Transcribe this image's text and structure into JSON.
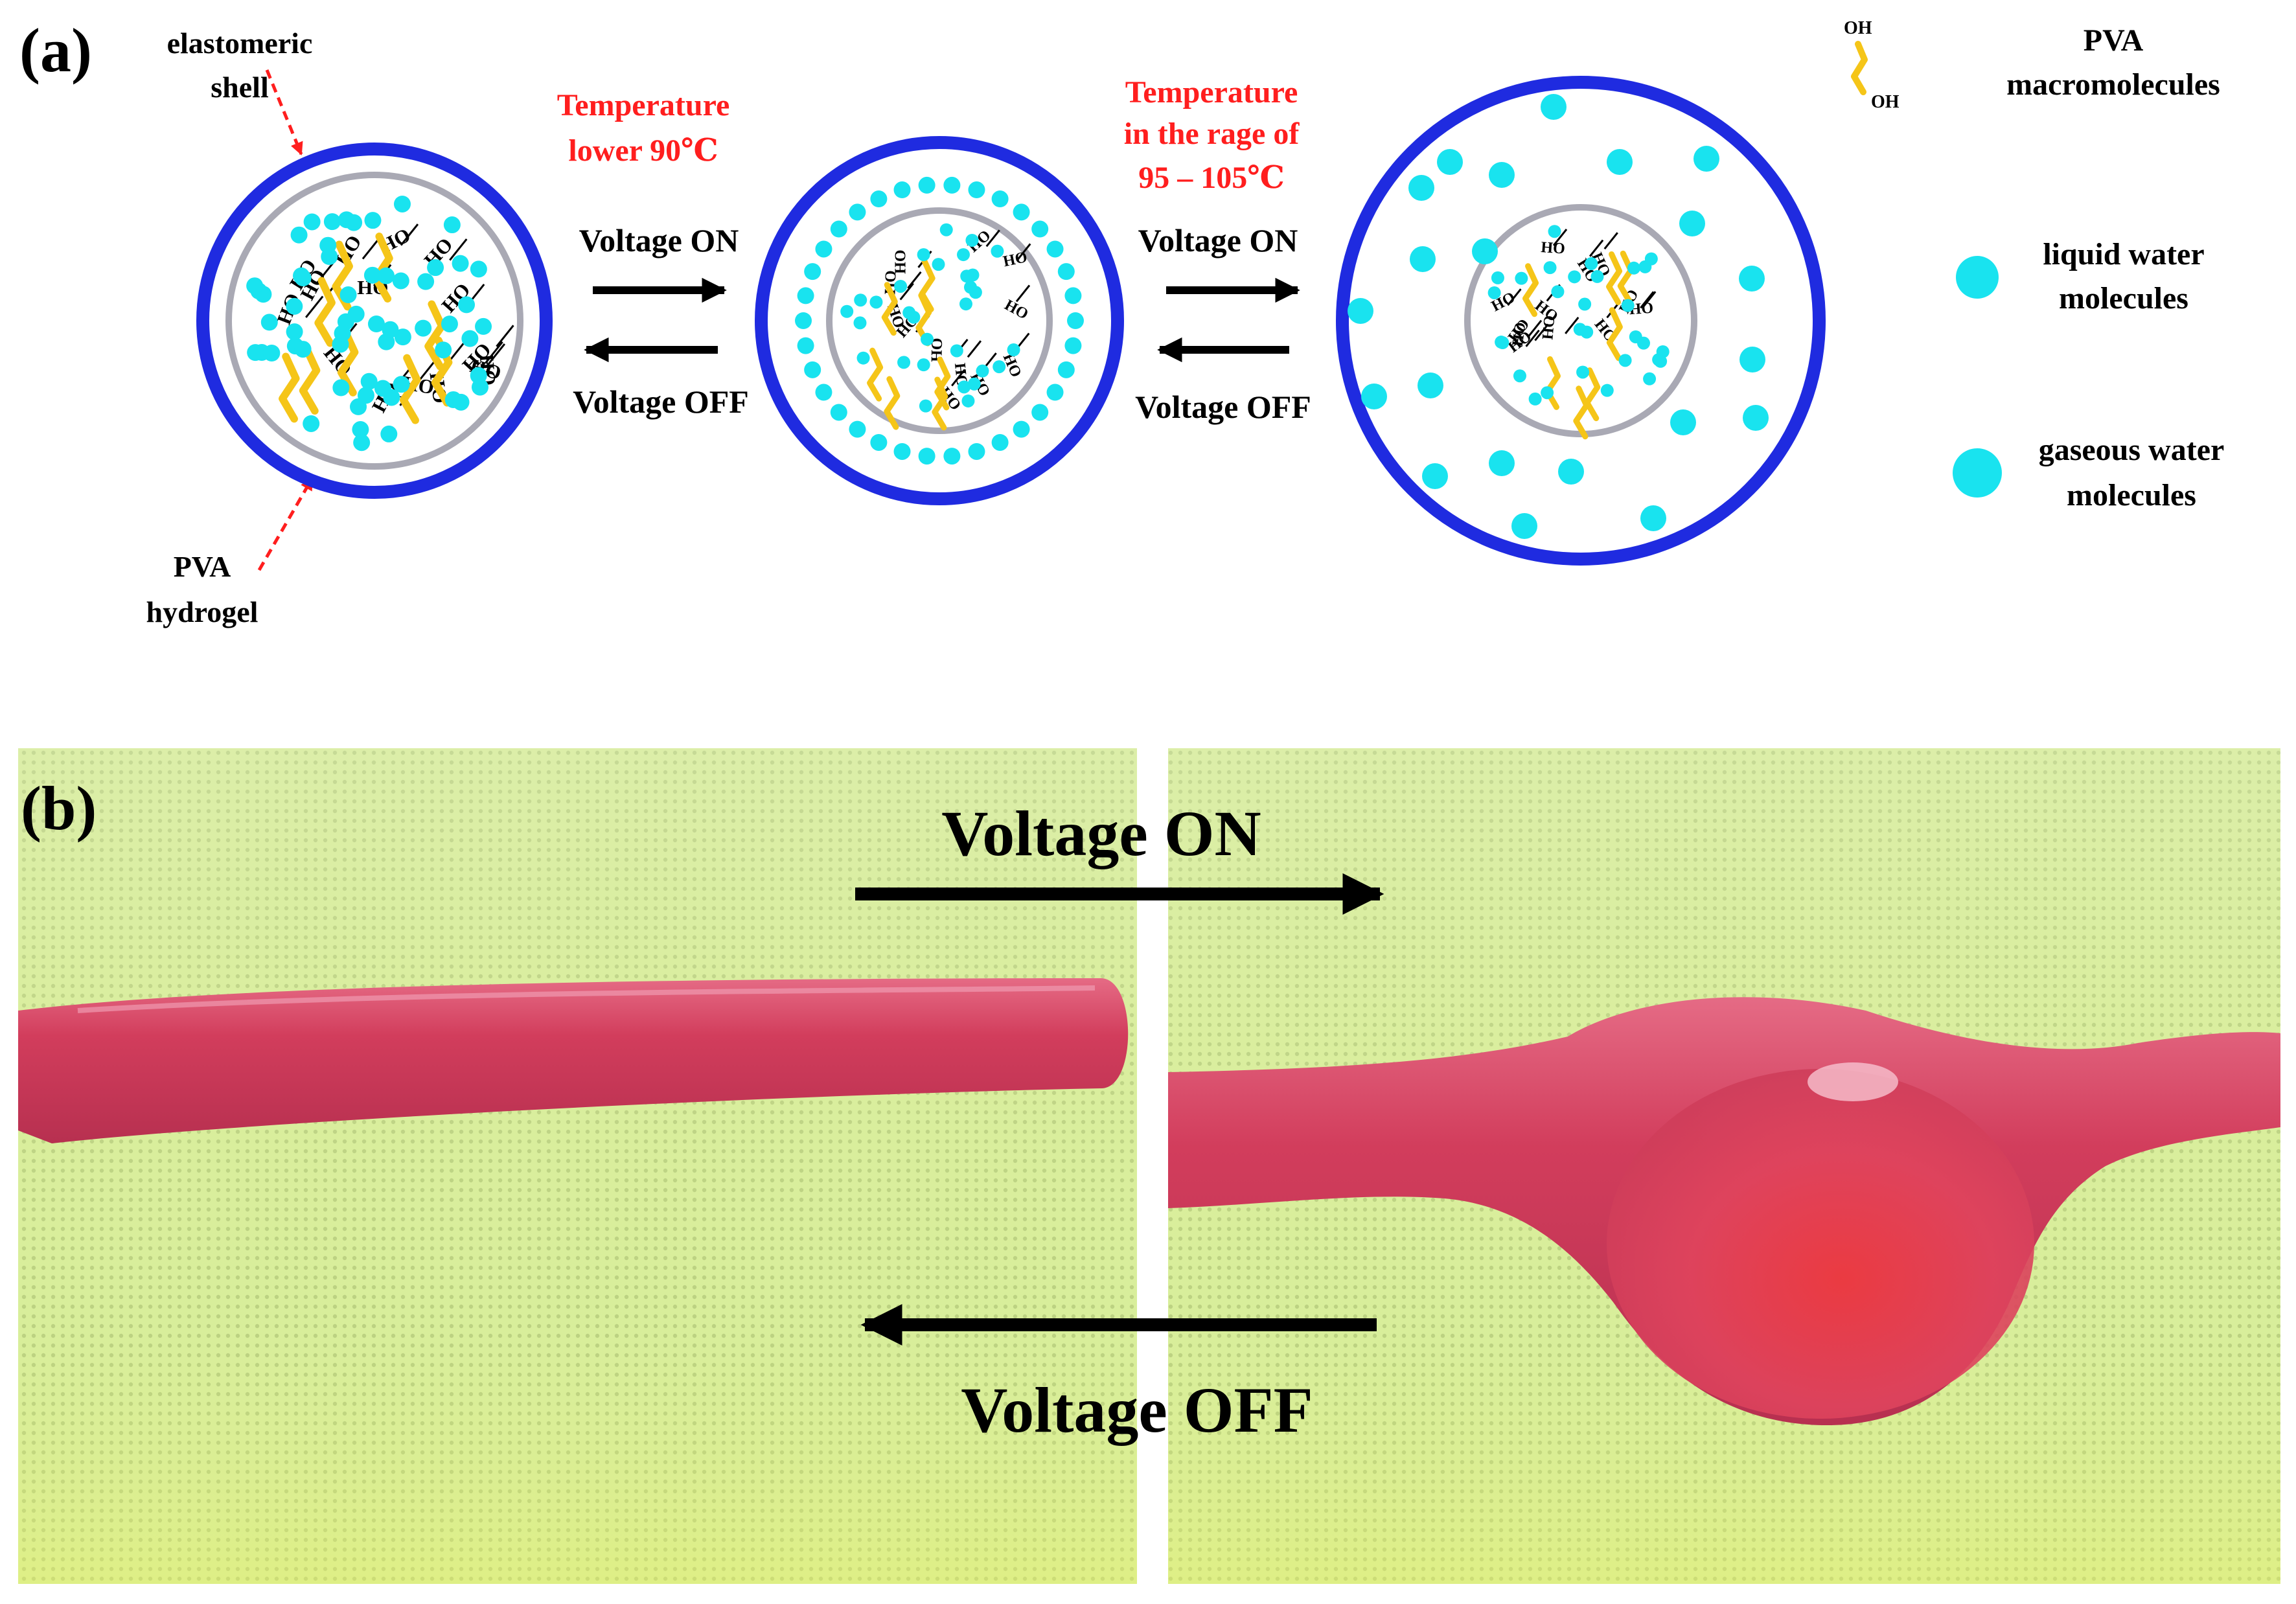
{
  "panel_a": {
    "label": "(a)",
    "annotations": {
      "elastomeric_shell_line1": "elastomeric",
      "elastomeric_shell_line2": "shell",
      "pva_hydrogel_line1": "PVA",
      "pva_hydrogel_line2": "hydrogel"
    },
    "temp1_line1": "Temperature",
    "temp1_line2": "lower 90℃",
    "temp2_line1": "Temperature",
    "temp2_line2": "in the rage of",
    "temp2_line3": "95 – 105℃",
    "voltage_on": "Voltage ON",
    "voltage_off": "Voltage OFF",
    "oh_label": "OH",
    "ho_label": "HO",
    "legend": {
      "pva_line1": "PVA",
      "pva_line2": "macromolecules",
      "liquid_line1": "liquid water",
      "liquid_line2": "molecules",
      "gas_line1": "gaseous water",
      "gas_line2": "molecules"
    },
    "colors": {
      "shell": "#1f2be0",
      "hydrogel_ring": "#a9a9b4",
      "water": "#19e3ef",
      "pva_chain": "#f5c518",
      "annotation": "#ff1e1e"
    }
  },
  "panel_b": {
    "label": "(b)",
    "voltage_on": "Voltage ON",
    "voltage_off": "Voltage OFF",
    "colors": {
      "background": "#d6ec9a",
      "actuator": "#d63a5c"
    }
  }
}
